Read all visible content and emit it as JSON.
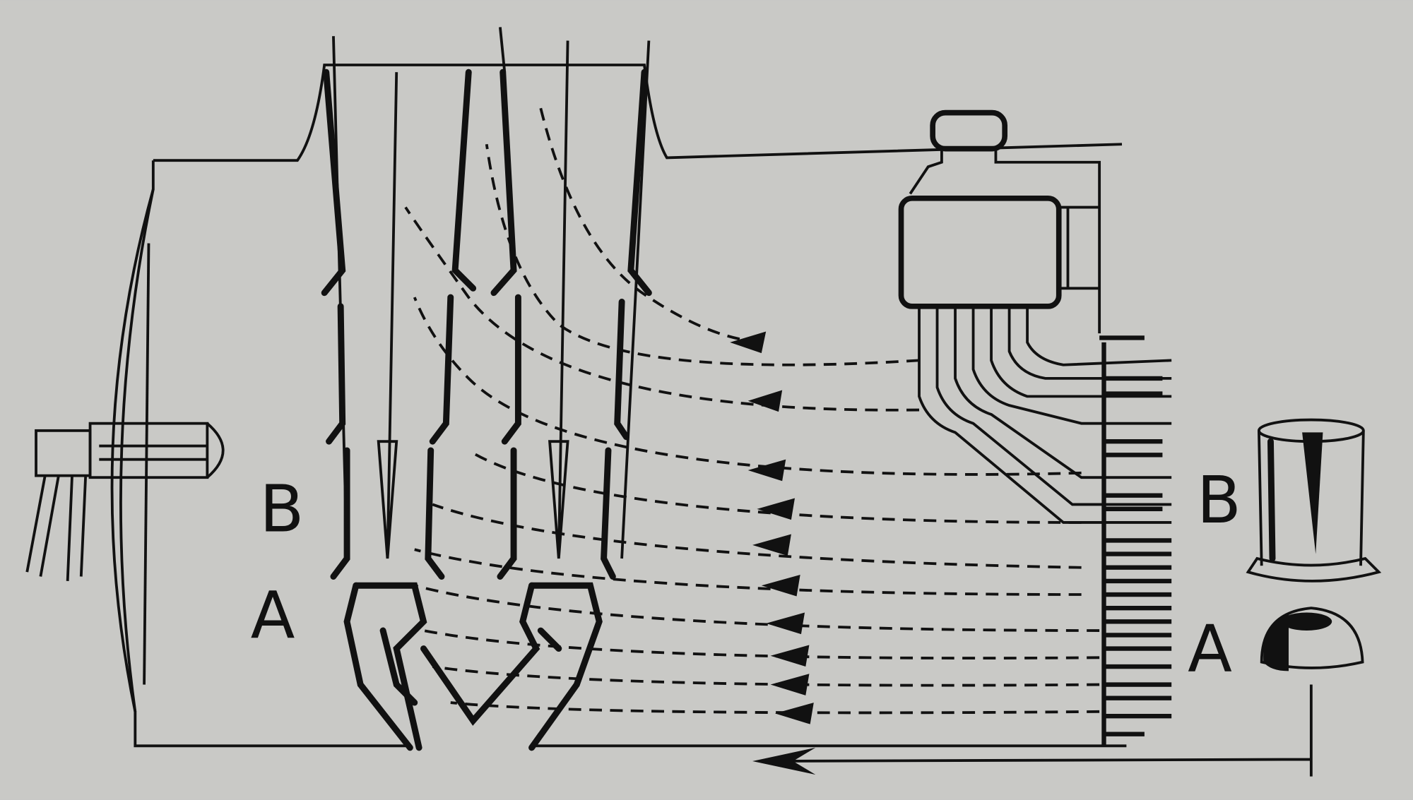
{
  "diagram": {
    "labels": {
      "left_b": "B",
      "left_a": "A",
      "right_b": "B",
      "right_a": "A"
    },
    "colors": {
      "background": "#c9c9c6",
      "ink": "#111111"
    }
  }
}
